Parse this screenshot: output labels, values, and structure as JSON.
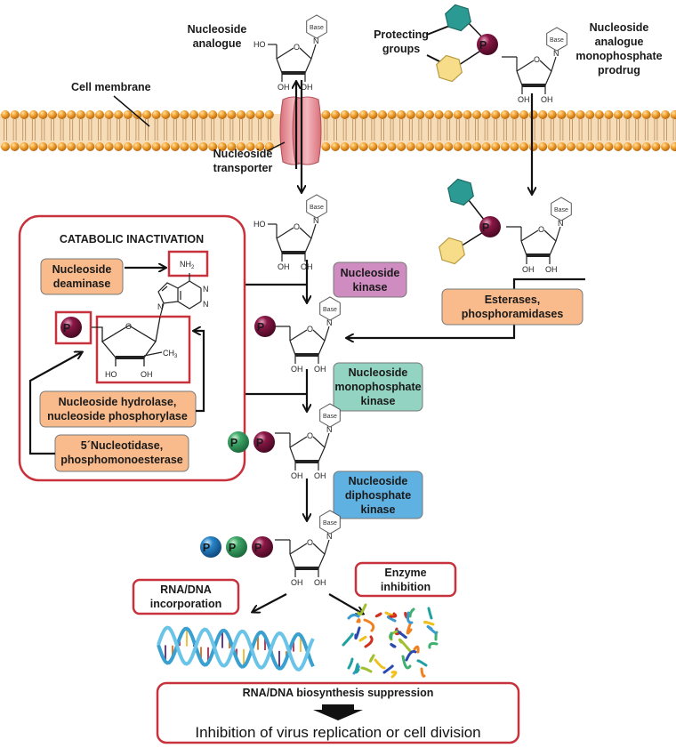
{
  "labels": {
    "nucleoside_analogue": [
      "Nucleoside",
      "analogue"
    ],
    "protecting_groups": [
      "Protecting",
      "groups"
    ],
    "prodrug": [
      "Nucleoside",
      "analogue",
      "monophosphate",
      "prodrug"
    ],
    "cell_membrane": "Cell membrane",
    "transporter": [
      "Nucleoside",
      "transporter"
    ]
  },
  "chem": {
    "base": "Base",
    "oh": "OH",
    "ho": "HO",
    "n": "N",
    "o": "O",
    "p": "P",
    "nh2": "NH",
    "nh2_sub": "2",
    "ch3": "CH",
    "ch3_sub": "3"
  },
  "enzymes": {
    "nucleoside_kinase": [
      "Nucleoside",
      "kinase"
    ],
    "esterases": [
      "Esterases,",
      "phosphoramidases"
    ],
    "nmp_kinase": [
      "Nucleoside",
      "monophosphate",
      "kinase"
    ],
    "ndp_kinase": [
      "Nucleoside",
      "diphosphate",
      "kinase"
    ]
  },
  "catabolic": {
    "title": "CATABOLIC INACTIVATION",
    "deaminase": [
      "Nucleoside",
      "deaminase"
    ],
    "hydrolase": [
      "Nucleoside hydrolase,",
      "nucleoside phosphorylase"
    ],
    "nucleotidase": [
      "5´Nucleotidase,",
      "phosphomonoesterase"
    ]
  },
  "outcomes": {
    "incorporation": [
      "RNA/DNA",
      "incorporation"
    ],
    "inhibition": [
      "Enzyme",
      "inhibition"
    ],
    "suppression": "RNA/DNA biosynthesis suppression",
    "final": "Inhibition of virus replication or cell division"
  },
  "colors": {
    "red_border": "#c8323c",
    "orange_box": "#f9bb8c",
    "kinase_purple": "#cf8cc0",
    "nmp_teal": "#93d3c2",
    "ndp_blue": "#5fb1e2",
    "phosphate_purple": "#8a1746",
    "phosphate_green": "#3fa86a",
    "phosphate_blue": "#2a86c8",
    "teal_group": "#2a9a92",
    "yellow_group": "#f7dc8a",
    "membrane_head": "#f0a030"
  }
}
